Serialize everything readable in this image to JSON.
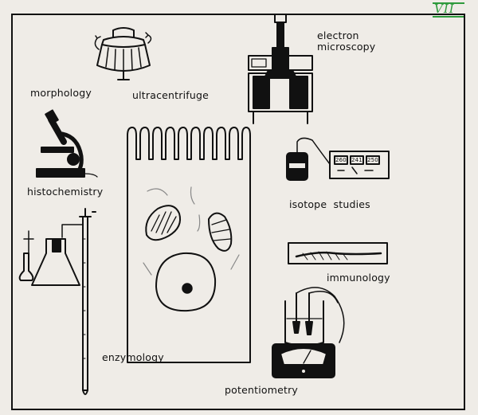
{
  "plate_number": "VII",
  "labels": {
    "morphology": "morphology",
    "ultracentrifuge": "ultracentrifuge",
    "electron": "electron",
    "microscopy": "microscopy",
    "histochemistry": "histochemistry",
    "isotope_studies": "isotope  studies",
    "immunology": "immunology",
    "enzymology": "enzymology",
    "potentiometry": "potentiometry"
  },
  "counter_display": [
    "260",
    "241",
    "250"
  ]
}
